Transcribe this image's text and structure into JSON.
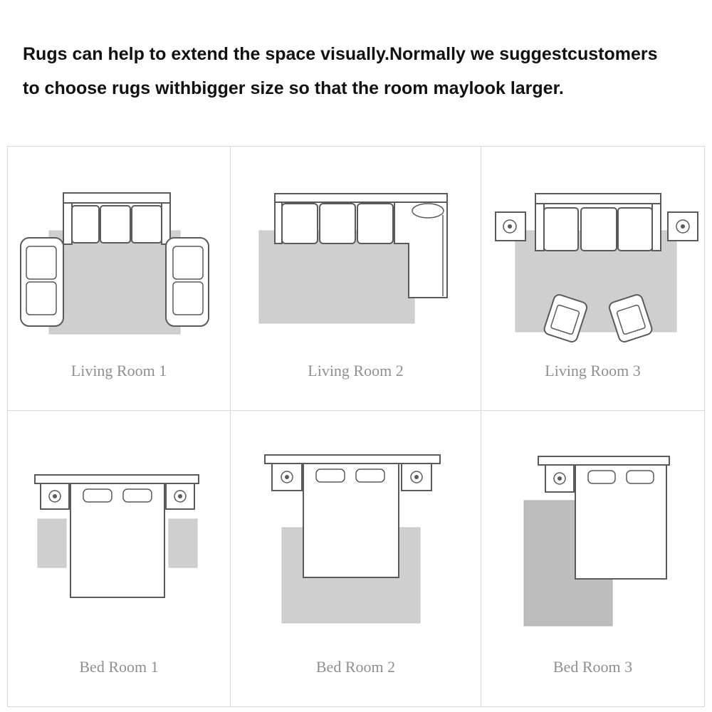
{
  "headline": {
    "line1": "Rugs can help to extend the space visually.Normally we suggestcustomers",
    "line2": "to choose rugs withbigger size so that the room maylook larger."
  },
  "panels": [
    {
      "id": "living-room-1",
      "label": "Living Room 1"
    },
    {
      "id": "living-room-2",
      "label": "Living Room 2"
    },
    {
      "id": "living-room-3",
      "label": "Living Room 3"
    },
    {
      "id": "bed-room-1",
      "label": "Bed Room 1"
    },
    {
      "id": "bed-room-2",
      "label": "Bed Room 2"
    },
    {
      "id": "bed-room-3",
      "label": "Bed Room 3"
    }
  ],
  "colors": {
    "rug": "#cfcfcf",
    "outline": "#5a5a5a",
    "caption": "#8f8f8f",
    "border": "#d8d8d8"
  }
}
